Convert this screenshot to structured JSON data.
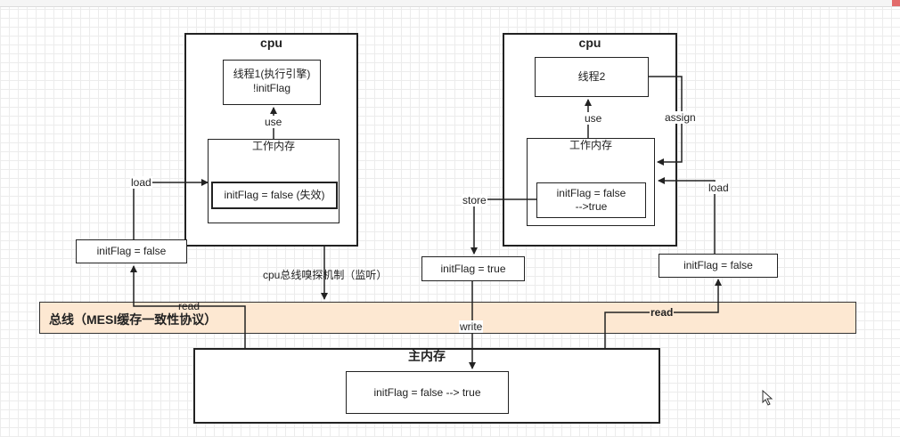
{
  "cpu1": {
    "title": "cpu",
    "thread_line1": "线程1(执行引擎)",
    "thread_line2": "!initFlag",
    "use_label": "use",
    "working_memory": "工作内存",
    "cache_value": "initFlag = false (失效)"
  },
  "cpu2": {
    "title": "cpu",
    "thread": "线程2",
    "use_label": "use",
    "assign_label": "assign",
    "working_memory": "工作内存",
    "cache_value_line1": "initFlag = false",
    "cache_value_line2": "-->true"
  },
  "left_bus_value": "initFlag = false",
  "middle_bus_value": "initFlag = true",
  "right_bus_value": "initFlag = false",
  "load_left": "load",
  "load_right": "load",
  "store_label": "store",
  "read_left": "read",
  "read_right": "read",
  "write_label": "write",
  "snoop_label": "cpu总线嗅探机制（监听）",
  "bus_label": "总线（MESI缓存一致性协议）",
  "main_memory": {
    "title": "主内存",
    "value": "initFlag = false --> true"
  },
  "colors": {
    "bus_fill": "#fde8d2",
    "line": "#222222"
  }
}
